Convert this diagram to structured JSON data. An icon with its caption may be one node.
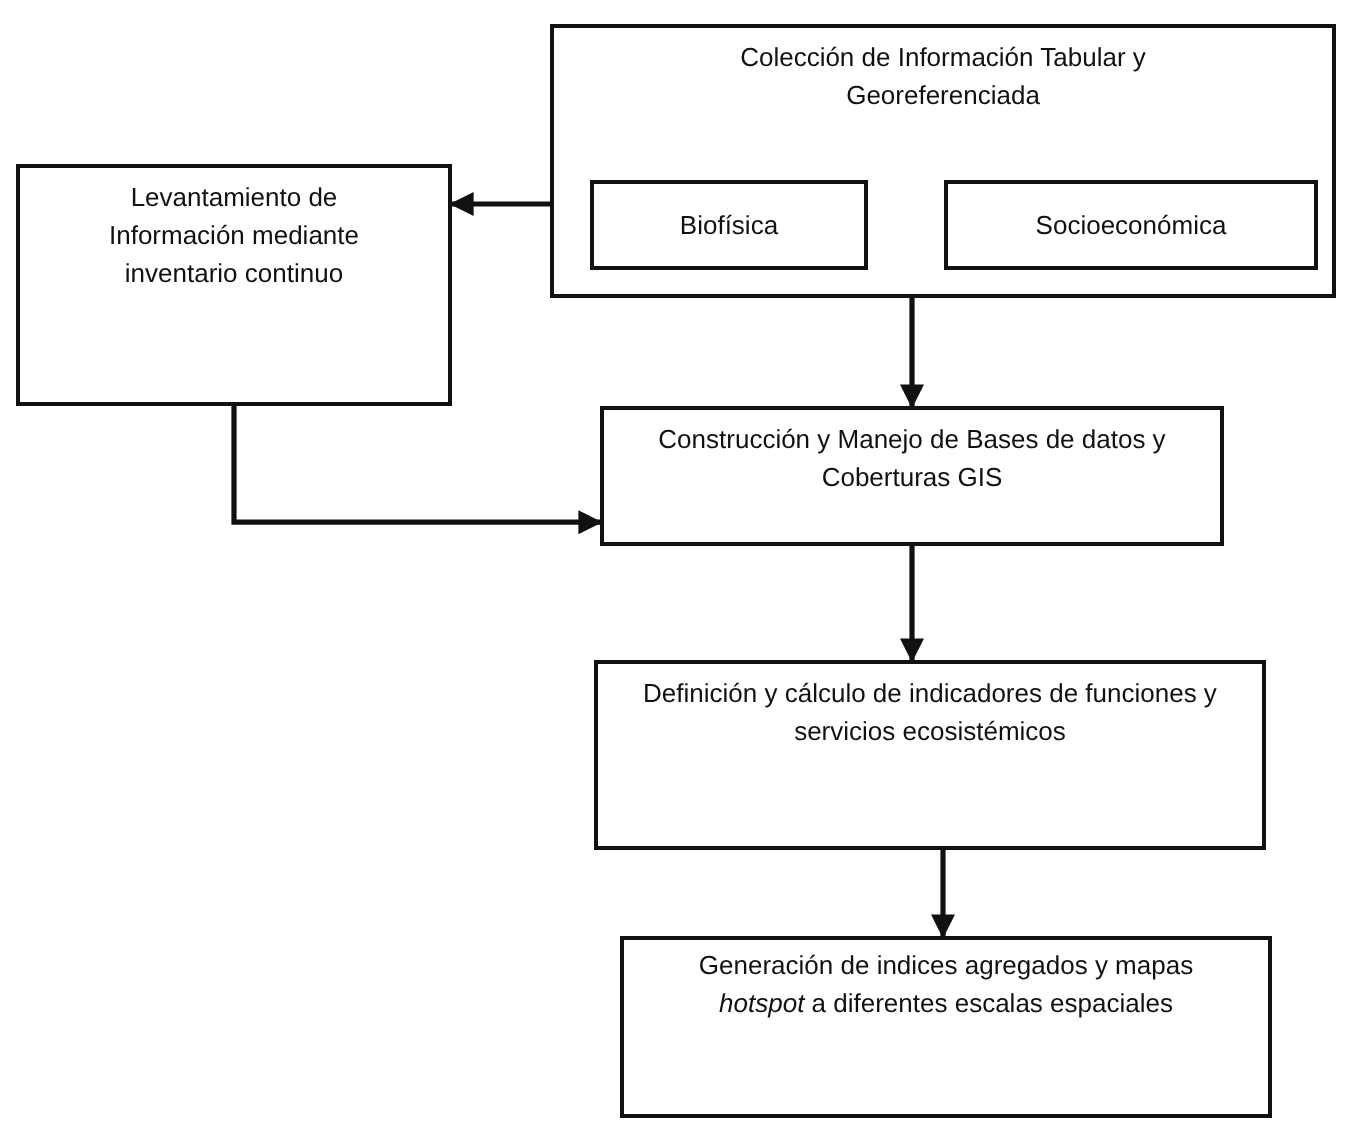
{
  "diagram": {
    "nodes": [
      {
        "text": [
          "Colección de Información Tabular y Georeferenciada"
        ]
      },
      {
        "text": [
          "Biofísica"
        ],
        "in": 0
      },
      {
        "text": [
          "Socioeconómica"
        ],
        "in": 0
      },
      {
        "text": [
          "Levantamiento de Información mediante inventario continuo"
        ]
      },
      {
        "text": [
          "Construcción y Manejo de Bases de datos y Coberturas GIS"
        ]
      },
      {
        "text": [
          "Definición y cálculo de indicadores de funciones y servicios ecosistémicos"
        ]
      },
      {
        "text": [
          "Generación de indices agregados y mapas *hotspot* a diferentes escalas espaciales"
        ]
      }
    ],
    "edges": [
      {
        "from": 0,
        "to": 3,
        "arrow": "to"
      },
      {
        "from": 0,
        "to": 4,
        "arrow": "to"
      },
      {
        "from": 3,
        "to": 4,
        "arrow": "to"
      },
      {
        "from": 4,
        "to": 5,
        "arrow": "to"
      },
      {
        "from": 5,
        "to": 6,
        "arrow": "to"
      }
    ]
  }
}
